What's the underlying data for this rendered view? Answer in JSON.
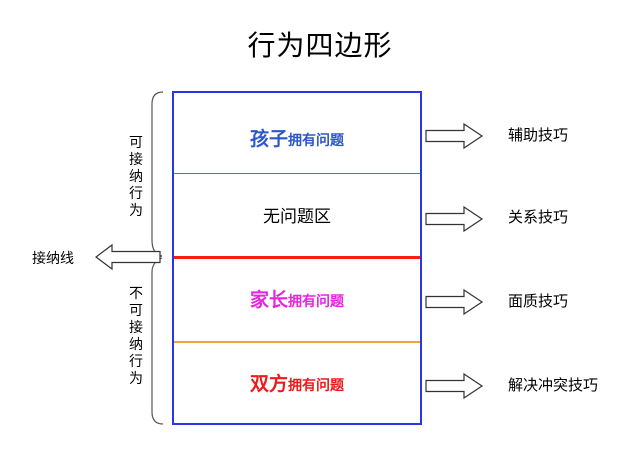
{
  "title": "行为四边形",
  "left": {
    "acceptable": "可接纳行为",
    "unacceptable": "不可接纳行为",
    "acceptance_line": "接纳线"
  },
  "zones": {
    "child": {
      "big": "孩子",
      "small": "拥有问题"
    },
    "no_problem": "无问题区",
    "parent": {
      "big": "家长",
      "small": "拥有问题"
    },
    "both": {
      "big": "双方",
      "small": "拥有问题"
    }
  },
  "skills": {
    "child": "辅助技巧",
    "no_problem": "关系技巧",
    "parent": "面质技巧",
    "both": "解决冲突技巧"
  },
  "colors": {
    "frame": "#2a35e6",
    "child": "#2d57c8",
    "parent": "#e625e0",
    "both": "#ee1a1a",
    "acceptance_line": "#ff1a1a",
    "child_divider": "#3a8f7a",
    "parent_divider": "#f3a23a"
  }
}
